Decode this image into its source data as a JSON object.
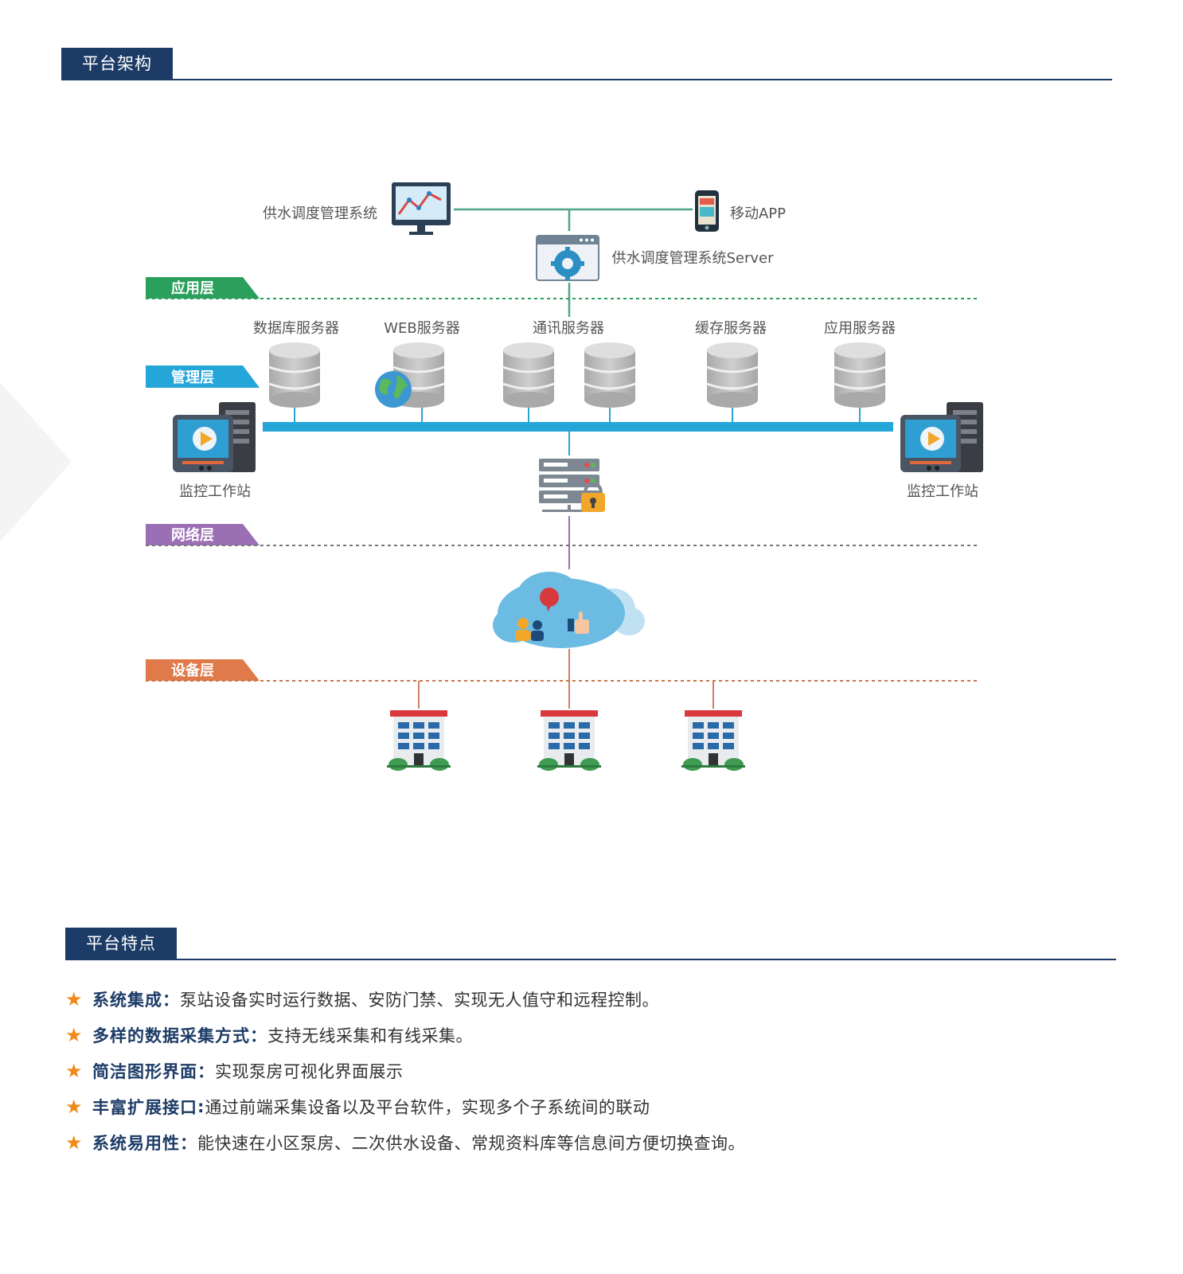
{
  "section1": {
    "title": "平台架构"
  },
  "section2": {
    "title": "平台特点"
  },
  "diagram": {
    "top": {
      "dispatch_system": "供水调度管理系统",
      "mobile_app": "移动APP",
      "server": "供水调度管理系统Server"
    },
    "layers": {
      "application": {
        "label": "应用层",
        "color": "#2aa05c"
      },
      "management": {
        "label": "管理层",
        "color": "#25a6d9"
      },
      "network": {
        "label": "网络层",
        "color": "#9b6fb4"
      },
      "device": {
        "label": "设备层",
        "color": "#e07a4a"
      }
    },
    "servers": {
      "database": "数据库服务器",
      "web": "WEB服务器",
      "comm": "通讯服务器",
      "cache": "缓存服务器",
      "app": "应用服务器"
    },
    "workstation_left": "监控工作站",
    "workstation_right": "监控工作站"
  },
  "features": [
    {
      "title": "系统集成",
      "sep": "：",
      "desc": "泵站设备实时运行数据、安防门禁、实现无人值守和远程控制。"
    },
    {
      "title": "多样的数据采集方式",
      "sep": "：",
      "desc": "支持无线采集和有线采集。"
    },
    {
      "title": "简洁图形界面",
      "sep": "：",
      "desc": "实现泵房可视化界面展示"
    },
    {
      "title": "丰富扩展接口",
      "sep": ":",
      "desc": "通过前端采集设备以及平台软件，实现多个子系统间的联动"
    },
    {
      "title": "系统易用性",
      "sep": "：",
      "desc": "能快速在小区泵房、二次供水设备、常规资料库等信息间方便切换查询。"
    }
  ],
  "colors": {
    "navy": "#1c3b66",
    "star": "#f0891a",
    "bus": "#25a6d9"
  }
}
